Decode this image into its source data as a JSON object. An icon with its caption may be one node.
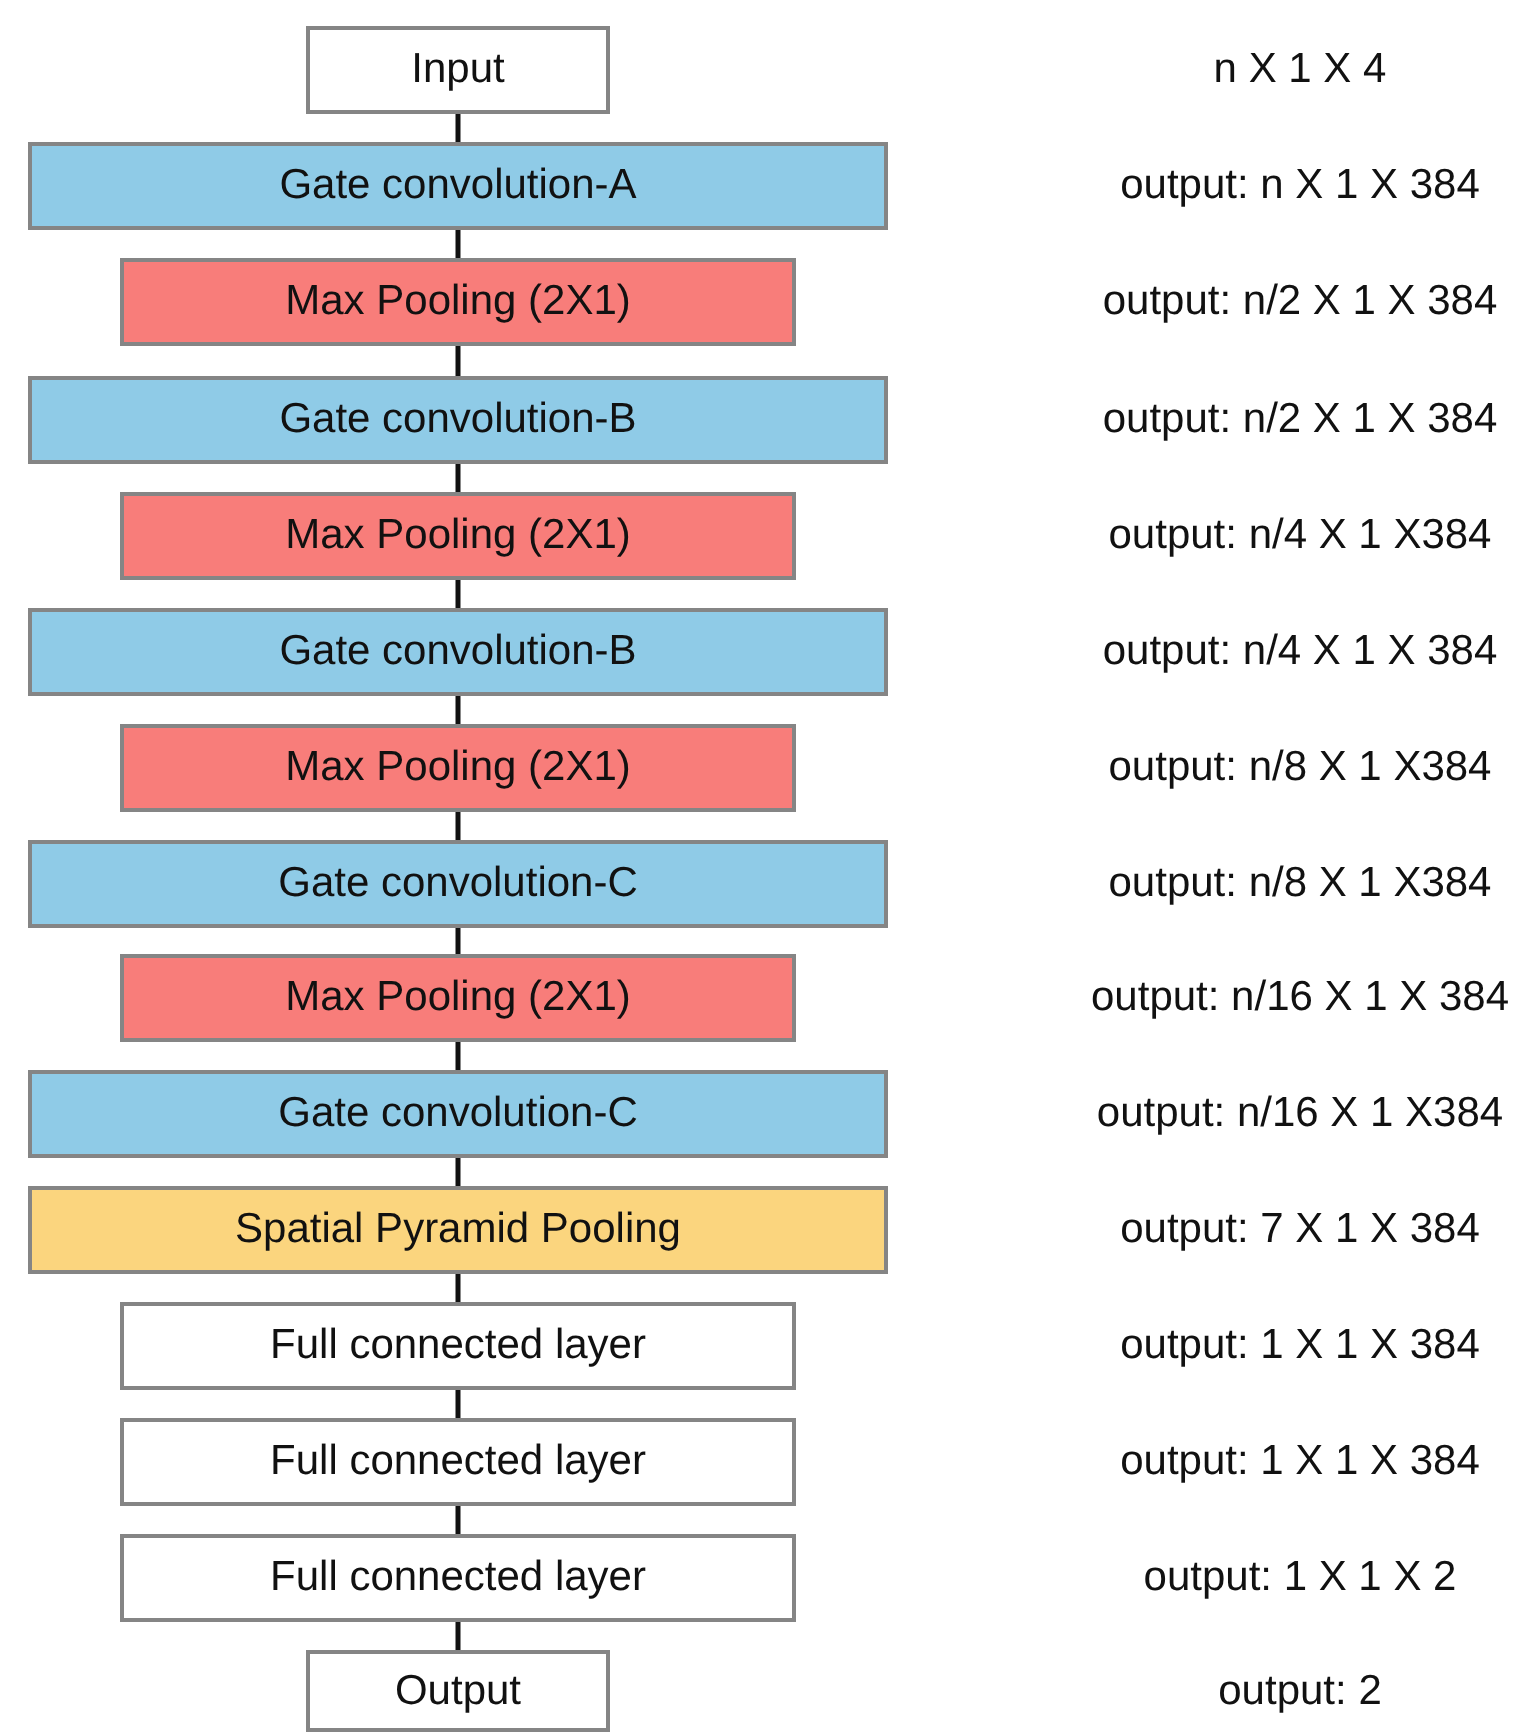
{
  "diagram": {
    "nodes": [
      {
        "text": [
          "Input"
        ]
      },
      {
        "text": [
          "Gate convolution-A"
        ]
      },
      {
        "text": [
          "Max Pooling (2X1)"
        ]
      },
      {
        "text": [
          "Gate convolution-B"
        ]
      },
      {
        "text": [
          "Max Pooling (2X1)"
        ]
      },
      {
        "text": [
          "Gate convolution-B"
        ]
      },
      {
        "text": [
          "Max Pooling (2X1)"
        ]
      },
      {
        "text": [
          "Gate convolution-C"
        ]
      },
      {
        "text": [
          "Max Pooling (2X1)"
        ]
      },
      {
        "text": [
          "Gate convolution-C"
        ]
      },
      {
        "text": [
          "Spatial Pyramid Pooling"
        ]
      },
      {
        "text": [
          "Full connected layer"
        ]
      },
      {
        "text": [
          "Full connected layer"
        ]
      },
      {
        "text": [
          "Full connected layer"
        ]
      },
      {
        "text": [
          "Output"
        ]
      }
    ],
    "edges": [
      {
        "from": 0,
        "to": 1,
        "arrow": "none"
      },
      {
        "from": 1,
        "to": 2,
        "arrow": "none"
      },
      {
        "from": 2,
        "to": 3,
        "arrow": "none"
      },
      {
        "from": 3,
        "to": 4,
        "arrow": "none"
      },
      {
        "from": 4,
        "to": 5,
        "arrow": "none"
      },
      {
        "from": 5,
        "to": 6,
        "arrow": "none"
      },
      {
        "from": 6,
        "to": 7,
        "arrow": "none"
      },
      {
        "from": 7,
        "to": 8,
        "arrow": "none"
      },
      {
        "from": 8,
        "to": 9,
        "arrow": "none"
      },
      {
        "from": 9,
        "to": 10,
        "arrow": "none"
      },
      {
        "from": 10,
        "to": 11,
        "arrow": "none"
      },
      {
        "from": 11,
        "to": 12,
        "arrow": "none"
      },
      {
        "from": 12,
        "to": 13,
        "arrow": "none"
      },
      {
        "from": 13,
        "to": 14,
        "arrow": "none"
      }
    ],
    "labels": [
      "n X 1 X 4",
      "output: n X 1 X 384",
      "output: n/2 X 1 X 384",
      "output: n/2 X 1 X 384",
      "output: n/4 X 1 X384",
      "output: n/4 X 1 X 384",
      "output: n/8 X 1 X384",
      "output: n/8 X 1 X384",
      "output: n/16 X 1 X 384",
      "output: n/16 X 1 X384",
      "output: 7 X 1 X 384",
      "output: 1 X 1 X 384",
      "output: 1 X 1 X 384",
      "output: 1 X 1 X 2",
      "output: 2"
    ]
  }
}
